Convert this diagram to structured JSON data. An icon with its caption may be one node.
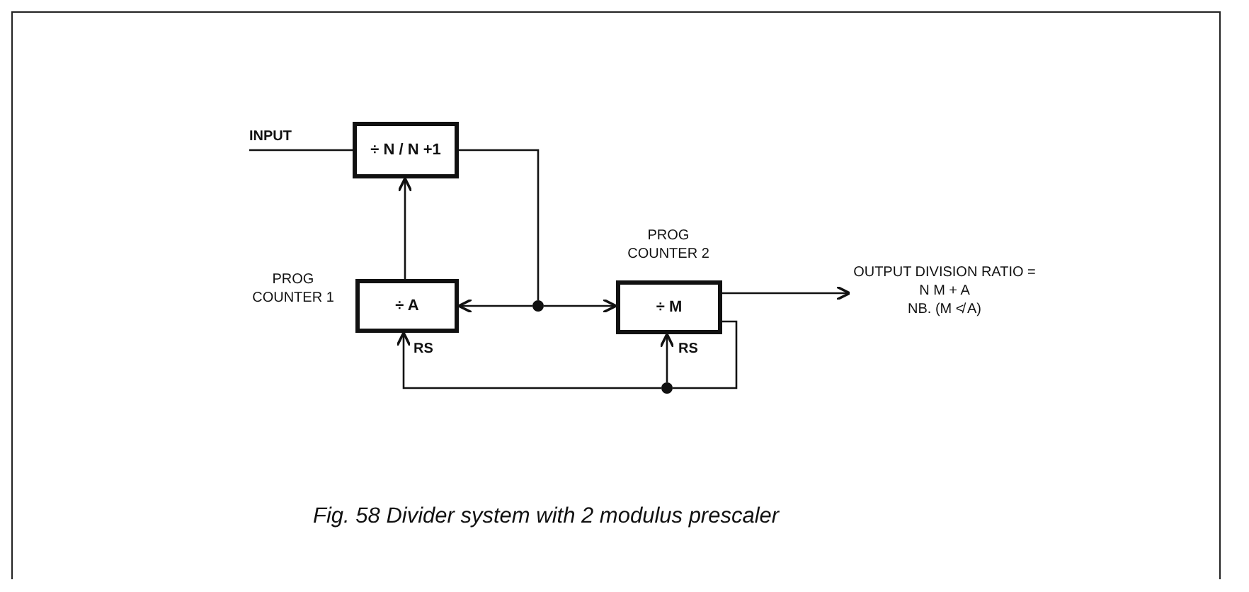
{
  "diagram": {
    "caption": "Fig. 58 Divider system with 2 modulus prescaler",
    "nodes": [
      {
        "text": [
          "÷ N / N +1"
        ]
      },
      {
        "text": [
          "÷ A"
        ],
        "beside": [
          "PROG COUNTER 1"
        ]
      },
      {
        "text": [
          "÷ M"
        ],
        "beside": [
          "PROG COUNTER 2"
        ]
      },
      {
        "text": [
          "OUTPUT DIVISION RATIO =",
          "N M + A",
          "NB. (M ≮ A)"
        ]
      },
      {
        "text": [],
        "shape": "circle"
      },
      {
        "text": [],
        "shape": "circle"
      },
      {
        "text": [
          "INPUT"
        ]
      }
    ],
    "edges": [
      {
        "from": 6,
        "to": 0,
        "arrow": "none"
      },
      {
        "from": 1,
        "to": 0,
        "arrow": "to"
      },
      {
        "from": 0,
        "to": 4,
        "arrow": "none"
      },
      {
        "from": 4,
        "to": 1,
        "arrow": "to"
      },
      {
        "from": 4,
        "to": 2,
        "arrow": "to"
      },
      {
        "from": 2,
        "to": 3,
        "arrow": "to"
      },
      {
        "from": 2,
        "to": 5,
        "arrow": "none"
      },
      {
        "from": 5,
        "to": 1,
        "arrow": "to"
      },
      {
        "from": 5,
        "to": 2,
        "arrow": "to"
      }
    ],
    "labels": [
      "RS",
      "RS"
    ]
  }
}
